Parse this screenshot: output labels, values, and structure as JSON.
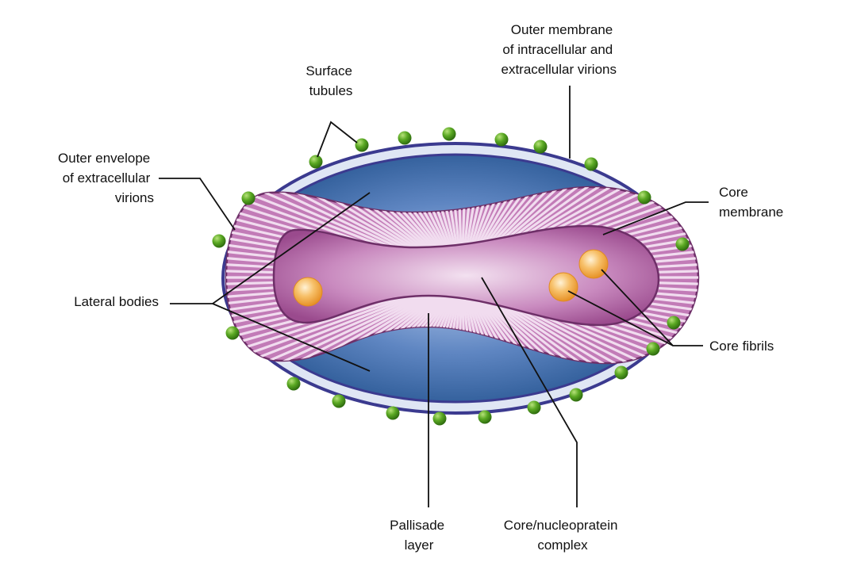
{
  "labels": {
    "outer_membrane": [
      "Outer membrane",
      "of intracellular and",
      "extracellular virions"
    ],
    "surface_tubules": [
      "Surface",
      "tubules"
    ],
    "outer_envelope": [
      "Outer envelope",
      "of extracellular",
      "virions"
    ],
    "core_membrane": [
      "Core",
      "membrane"
    ],
    "lateral_bodies": [
      "Lateral bodies"
    ],
    "core_fibrils": [
      "Core fibrils"
    ],
    "pallisade_layer": [
      "Pallisade",
      "layer"
    ],
    "core_complex": [
      "Core/nucleopratein",
      "complex"
    ]
  },
  "colors": {
    "envelope_outline": "#3b3a8f",
    "envelope_fill": "#dfe6f4",
    "body_fill_center": "#a9c0e6",
    "body_fill_edge": "#2f5f9c",
    "core_fill": "#a24c93",
    "core_fill_light": "#e6c7e2",
    "pallisade_stripe": "#f1dcef",
    "fibril": "#f2a43c",
    "tubule": "#4f9a1c",
    "tubule_highlight": "#9ad35a"
  }
}
